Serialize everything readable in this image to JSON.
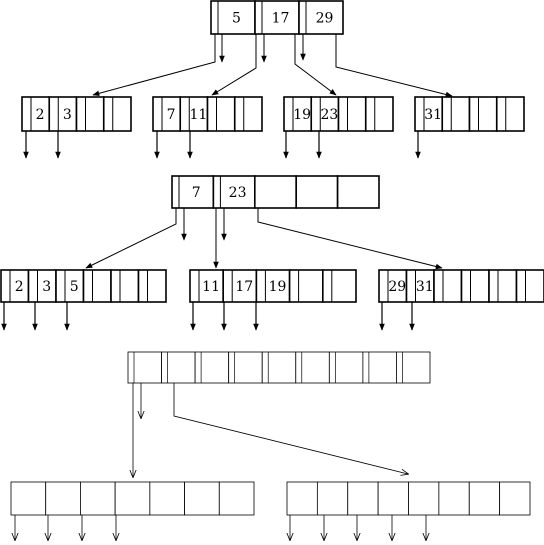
{
  "diagrams": [
    {
      "root": {
        "keys": [
          "5",
          "17",
          "29"
        ],
        "slots": 3
      },
      "leaves": [
        {
          "keys": [
            "2",
            "3",
            "",
            ""
          ]
        },
        {
          "keys": [
            "7",
            "11",
            "",
            ""
          ]
        },
        {
          "keys": [
            "19",
            "23",
            "",
            ""
          ]
        },
        {
          "keys": [
            "31",
            "",
            "",
            ""
          ]
        }
      ]
    },
    {
      "root": {
        "keys": [
          "7",
          "23",
          "",
          "",
          ""
        ],
        "slots": 5
      },
      "leaves": [
        {
          "keys": [
            "2",
            "3",
            "5",
            "",
            "",
            ""
          ]
        },
        {
          "keys": [
            "11",
            "17",
            "19",
            "",
            ""
          ]
        },
        {
          "keys": [
            "29",
            "31",
            "",
            "",
            "",
            ""
          ]
        }
      ]
    },
    {
      "root": {
        "keys": [
          "",
          "",
          "",
          "",
          "",
          "",
          "",
          "",
          ""
        ],
        "slots": 9
      },
      "leaves": [
        {
          "keys": [
            "",
            "",
            "",
            "",
            "",
            "",
            ""
          ]
        },
        {
          "keys": [
            "",
            "",
            "",
            "",
            "",
            "",
            "",
            ""
          ]
        }
      ]
    }
  ]
}
